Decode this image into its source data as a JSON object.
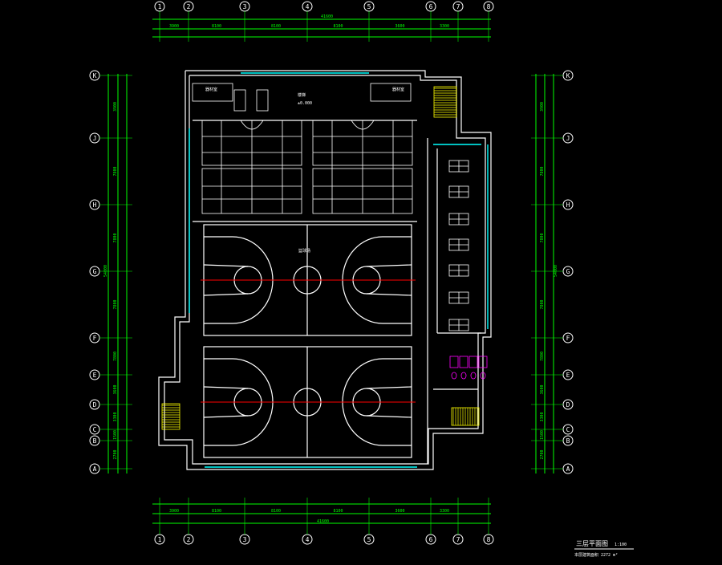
{
  "drawing": {
    "colors": {
      "background": "#000000",
      "wall": "#ffffff",
      "glazing": "#00ffff",
      "dimension": "#00ff00",
      "axis": "#00ff00",
      "centerline": "#ff0000",
      "stair": "#ffff00",
      "fixture": "#ff00ff",
      "text": "#ffffff"
    },
    "grid_columns": [
      "1",
      "2",
      "3",
      "4",
      "5",
      "6",
      "7",
      "8"
    ],
    "grid_rows": [
      "K",
      "J",
      "H",
      "G",
      "F",
      "E",
      "D",
      "C",
      "B",
      "A"
    ],
    "dims_top_total": "41600",
    "dims_top_segments": [
      "3900",
      "8100",
      "8100",
      "8100",
      "3600",
      "3300"
    ],
    "dims_bottom_total": "41600",
    "dims_bottom_segments": [
      "3900",
      "8100",
      "8100",
      "8100",
      "3600",
      "3300"
    ],
    "dims_left_total": "54000",
    "dims_right_total": "54000",
    "dims_side_segments": [
      "3900",
      "7800",
      "7800",
      "7800",
      "7800",
      "3600",
      "3300",
      "1500",
      "2700"
    ],
    "room_labels": {
      "stair_top": "楼梯",
      "elevation_mark": "±0.000",
      "court_label": "篮球场",
      "top_left_room": "器材室",
      "top_right_room": "器材室"
    },
    "title": "三层平面图",
    "scale": "1:100",
    "note": "本层建筑面积 2272 m²"
  }
}
